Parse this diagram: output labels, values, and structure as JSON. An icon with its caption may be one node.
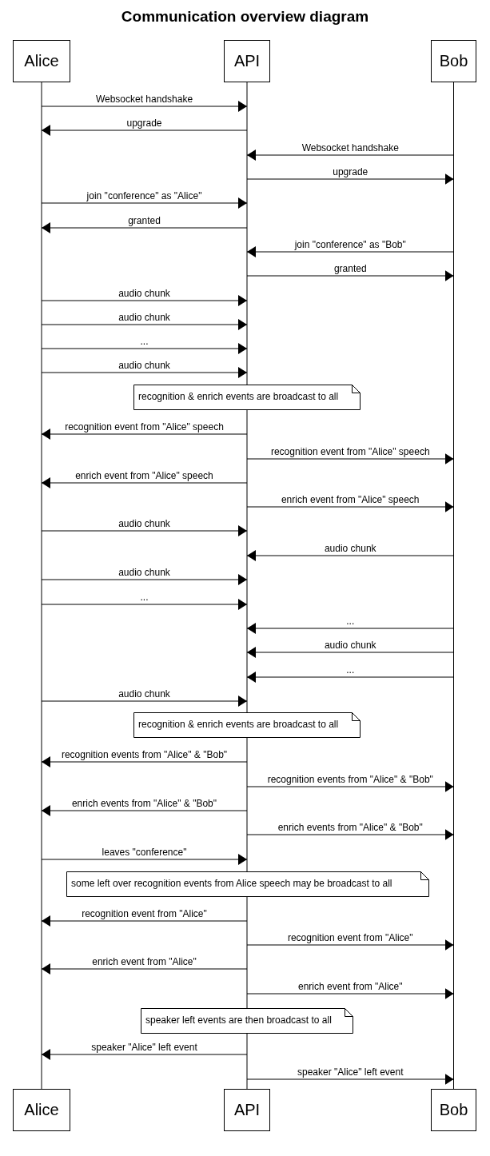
{
  "diagram": {
    "title": "Communication overview diagram",
    "nodes": [
      {
        "text": [
          "Alice",
          "Alice"
        ]
      },
      {
        "text": [
          "API",
          "API"
        ]
      },
      {
        "text": [
          "Bob",
          "Bob"
        ]
      },
      {
        "text": [
          "recognition & enrich events are broadcast to all"
        ]
      },
      {
        "text": [
          "recognition & enrich events are broadcast to all"
        ]
      },
      {
        "text": [
          "some left over recognition events from Alice speech may be broadcast to all"
        ]
      },
      {
        "text": [
          "speaker left events are then broadcast to all"
        ]
      }
    ],
    "edges": [
      {
        "from": 0,
        "to": 1,
        "arrow": "to",
        "label": "Websocket handshake"
      },
      {
        "from": 1,
        "to": 0,
        "arrow": "to",
        "label": "upgrade"
      },
      {
        "from": 2,
        "to": 1,
        "arrow": "to",
        "label": "Websocket handshake"
      },
      {
        "from": 1,
        "to": 2,
        "arrow": "to",
        "label": "upgrade"
      },
      {
        "from": 0,
        "to": 1,
        "arrow": "to",
        "label": "join \"conference\" as \"Alice\""
      },
      {
        "from": 1,
        "to": 0,
        "arrow": "to",
        "label": "granted"
      },
      {
        "from": 2,
        "to": 1,
        "arrow": "to",
        "label": "join \"conference\" as \"Bob\""
      },
      {
        "from": 1,
        "to": 2,
        "arrow": "to",
        "label": "granted"
      },
      {
        "from": 0,
        "to": 1,
        "arrow": "to",
        "label": "audio chunk"
      },
      {
        "from": 0,
        "to": 1,
        "arrow": "to",
        "label": "audio chunk"
      },
      {
        "from": 0,
        "to": 1,
        "arrow": "to",
        "label": "..."
      },
      {
        "from": 0,
        "to": 1,
        "arrow": "to",
        "label": "audio chunk"
      },
      {
        "from": 1,
        "to": 0,
        "arrow": "to",
        "label": "recognition event from \"Alice\" speech"
      },
      {
        "from": 1,
        "to": 2,
        "arrow": "to",
        "label": "recognition event from \"Alice\" speech"
      },
      {
        "from": 1,
        "to": 0,
        "arrow": "to",
        "label": "enrich event from \"Alice\" speech"
      },
      {
        "from": 1,
        "to": 2,
        "arrow": "to",
        "label": "enrich event from \"Alice\" speech"
      },
      {
        "from": 0,
        "to": 1,
        "arrow": "to",
        "label": "audio chunk"
      },
      {
        "from": 2,
        "to": 1,
        "arrow": "to",
        "label": "audio chunk"
      },
      {
        "from": 0,
        "to": 1,
        "arrow": "to",
        "label": "audio chunk"
      },
      {
        "from": 0,
        "to": 1,
        "arrow": "to",
        "label": "..."
      },
      {
        "from": 2,
        "to": 1,
        "arrow": "to",
        "label": "..."
      },
      {
        "from": 2,
        "to": 1,
        "arrow": "to",
        "label": "audio chunk"
      },
      {
        "from": 2,
        "to": 1,
        "arrow": "to",
        "label": "..."
      },
      {
        "from": 0,
        "to": 1,
        "arrow": "to",
        "label": "audio chunk"
      },
      {
        "from": 1,
        "to": 0,
        "arrow": "to",
        "label": "recognition events from \"Alice\" & \"Bob\""
      },
      {
        "from": 1,
        "to": 2,
        "arrow": "to",
        "label": "recognition events from \"Alice\" & \"Bob\""
      },
      {
        "from": 1,
        "to": 0,
        "arrow": "to",
        "label": "enrich events from \"Alice\" & \"Bob\""
      },
      {
        "from": 1,
        "to": 2,
        "arrow": "to",
        "label": "enrich events from \"Alice\" & \"Bob\""
      },
      {
        "from": 0,
        "to": 1,
        "arrow": "to",
        "label": "leaves \"conference\""
      },
      {
        "from": 1,
        "to": 0,
        "arrow": "to",
        "label": "recognition event from \"Alice\""
      },
      {
        "from": 1,
        "to": 2,
        "arrow": "to",
        "label": "recognition event from \"Alice\""
      },
      {
        "from": 1,
        "to": 0,
        "arrow": "to",
        "label": "enrich event from \"Alice\""
      },
      {
        "from": 1,
        "to": 2,
        "arrow": "to",
        "label": "enrich event from \"Alice\""
      },
      {
        "from": 1,
        "to": 0,
        "arrow": "to",
        "label": "speaker \"Alice\" left event"
      },
      {
        "from": 1,
        "to": 2,
        "arrow": "to",
        "label": "speaker \"Alice\" left event"
      }
    ]
  }
}
